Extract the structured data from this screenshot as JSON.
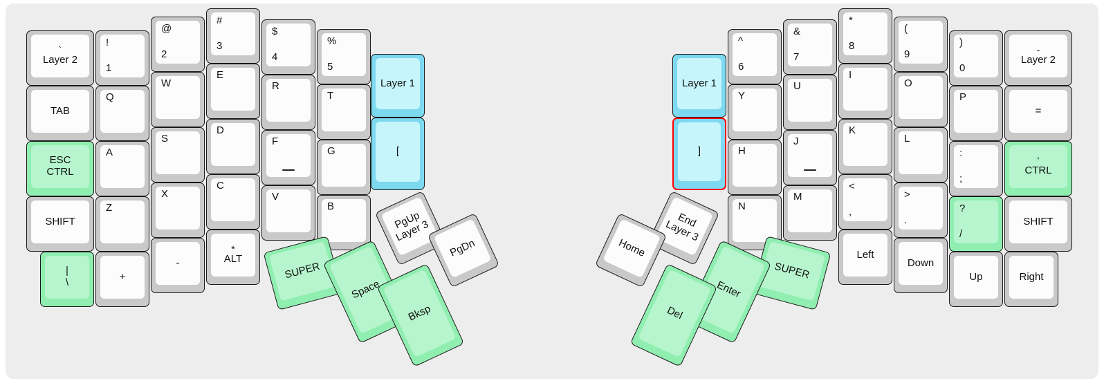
{
  "meta": {
    "title": "Split ergonomic keyboard layout — Layer 0",
    "background": "#ededed",
    "colors": {
      "normal_outer": "#c9c9c9",
      "normal_inner": "#fcfcfc",
      "green_outer": "#90eeb0",
      "green_inner": "#b6f5cd",
      "blue_outer": "#7dd9f0",
      "blue_inner": "#c6f5fc",
      "selection_border": "#ff0000"
    }
  },
  "left_half": {
    "name": "left-keyboard-half",
    "columns": [
      {
        "name": "pinky-outer-column",
        "keys": [
          {
            "top": "`",
            "main": "Layer 2",
            "style": "topc",
            "color": "normal"
          },
          {
            "top": "",
            "main": "TAB",
            "style": "center",
            "color": "normal"
          },
          {
            "top": "ESC",
            "main": "CTRL",
            "style": "stack",
            "color": "green"
          },
          {
            "top": "",
            "main": "SHIFT",
            "style": "center",
            "color": "normal"
          },
          {
            "top": "|",
            "main": "\\",
            "style": "stack",
            "color": "green"
          }
        ]
      },
      {
        "name": "pinky-column",
        "keys": [
          {
            "top": "!",
            "main": "1",
            "style": "dual",
            "color": "normal"
          },
          {
            "top": "",
            "main": "Q",
            "style": "tl",
            "color": "normal"
          },
          {
            "top": "",
            "main": "A",
            "style": "tl",
            "color": "normal"
          },
          {
            "top": "",
            "main": "Z",
            "style": "tl",
            "color": "normal"
          },
          {
            "top": "",
            "main": "+",
            "style": "center",
            "color": "normal"
          }
        ]
      },
      {
        "name": "ring-column",
        "keys": [
          {
            "top": "@",
            "main": "2",
            "style": "dual",
            "color": "normal"
          },
          {
            "top": "",
            "main": "W",
            "style": "tl",
            "color": "normal"
          },
          {
            "top": "",
            "main": "S",
            "style": "tl",
            "color": "normal"
          },
          {
            "top": "",
            "main": "X",
            "style": "tl",
            "color": "normal"
          },
          {
            "top": "",
            "main": "-",
            "style": "center",
            "color": "normal"
          }
        ]
      },
      {
        "name": "middle-column",
        "keys": [
          {
            "top": "#",
            "main": "3",
            "style": "dual",
            "color": "normal"
          },
          {
            "top": "",
            "main": "E",
            "style": "tl",
            "color": "normal"
          },
          {
            "top": "",
            "main": "D",
            "style": "tl",
            "color": "normal"
          },
          {
            "top": "",
            "main": "C",
            "style": "tl",
            "color": "normal"
          },
          {
            "top": "*",
            "main": "ALT",
            "style": "topc",
            "color": "normal"
          }
        ]
      },
      {
        "name": "index-column",
        "keys": [
          {
            "top": "$",
            "main": "4",
            "style": "dual",
            "color": "normal"
          },
          {
            "top": "",
            "main": "R",
            "style": "tl",
            "color": "normal"
          },
          {
            "top": "",
            "main": "F",
            "style": "tl",
            "color": "normal",
            "homing": true
          },
          {
            "top": "",
            "main": "V",
            "style": "tl",
            "color": "normal"
          }
        ]
      },
      {
        "name": "index-inner-column",
        "keys": [
          {
            "top": "%",
            "main": "5",
            "style": "dual",
            "color": "normal"
          },
          {
            "top": "",
            "main": "T",
            "style": "tl",
            "color": "normal"
          },
          {
            "top": "",
            "main": "G",
            "style": "tl",
            "color": "normal"
          },
          {
            "top": "",
            "main": "B",
            "style": "tl",
            "color": "normal"
          }
        ]
      },
      {
        "name": "inner-extra-column",
        "keys": [
          {
            "top": "",
            "main": "Layer 1",
            "style": "center",
            "color": "blue"
          },
          {
            "top": "",
            "main": "[",
            "style": "center",
            "color": "blue"
          }
        ]
      }
    ],
    "thumb_cluster": {
      "name": "left-thumb-cluster",
      "keys": [
        {
          "main": "SUPER",
          "sub": "",
          "color": "green",
          "rotation": -15
        },
        {
          "main": "PgUp",
          "sub": "Layer 3",
          "color": "normal",
          "rotation": -25
        },
        {
          "main": "PgDn",
          "sub": "",
          "color": "normal",
          "rotation": -25
        },
        {
          "main": "Space",
          "sub": "",
          "color": "green",
          "rotation": -25
        },
        {
          "main": "Bksp",
          "sub": "",
          "color": "green",
          "rotation": -25
        }
      ]
    }
  },
  "right_half": {
    "name": "right-keyboard-half",
    "columns": [
      {
        "name": "inner-extra-column",
        "keys": [
          {
            "top": "",
            "main": "Layer 1",
            "style": "center",
            "color": "blue"
          },
          {
            "top": "",
            "main": "]",
            "style": "center",
            "color": "blue",
            "selected": true
          }
        ]
      },
      {
        "name": "index-inner-column",
        "keys": [
          {
            "top": "^",
            "main": "6",
            "style": "dual",
            "color": "normal"
          },
          {
            "top": "",
            "main": "Y",
            "style": "tl",
            "color": "normal"
          },
          {
            "top": "",
            "main": "H",
            "style": "tl",
            "color": "normal"
          },
          {
            "top": "",
            "main": "N",
            "style": "tl",
            "color": "normal"
          }
        ]
      },
      {
        "name": "index-column",
        "keys": [
          {
            "top": "&",
            "main": "7",
            "style": "dual",
            "color": "normal"
          },
          {
            "top": "",
            "main": "U",
            "style": "tl",
            "color": "normal"
          },
          {
            "top": "",
            "main": "J",
            "style": "tl",
            "color": "normal",
            "homing": true
          },
          {
            "top": "",
            "main": "M",
            "style": "tl",
            "color": "normal"
          }
        ]
      },
      {
        "name": "middle-column",
        "keys": [
          {
            "top": "*",
            "main": "8",
            "style": "dual",
            "color": "normal"
          },
          {
            "top": "",
            "main": "I",
            "style": "tl",
            "color": "normal"
          },
          {
            "top": "",
            "main": "K",
            "style": "tl",
            "color": "normal"
          },
          {
            "top": "<",
            "main": ",",
            "style": "dual",
            "color": "normal"
          },
          {
            "top": "",
            "main": "Left",
            "style": "center",
            "color": "normal"
          }
        ]
      },
      {
        "name": "ring-column",
        "keys": [
          {
            "top": "(",
            "main": "9",
            "style": "dual",
            "color": "normal"
          },
          {
            "top": "",
            "main": "O",
            "style": "tl",
            "color": "normal"
          },
          {
            "top": "",
            "main": "L",
            "style": "tl",
            "color": "normal"
          },
          {
            "top": ">",
            "main": ".",
            "style": "dual",
            "color": "normal"
          },
          {
            "top": "",
            "main": "Down",
            "style": "center",
            "color": "normal"
          }
        ]
      },
      {
        "name": "pinky-column",
        "keys": [
          {
            "top": ")",
            "main": "0",
            "style": "dual",
            "color": "normal"
          },
          {
            "top": "",
            "main": "P",
            "style": "tl",
            "color": "normal"
          },
          {
            "top": ":",
            "main": ";",
            "style": "dual",
            "color": "normal"
          },
          {
            "top": "?",
            "main": "/",
            "style": "dual",
            "color": "green"
          },
          {
            "top": "",
            "main": "Up",
            "style": "center",
            "color": "normal"
          }
        ]
      },
      {
        "name": "pinky-outer-column",
        "keys": [
          {
            "top": "-",
            "main": "Layer 2",
            "style": "topc",
            "color": "normal"
          },
          {
            "top": "",
            "main": "=",
            "style": "center",
            "color": "normal"
          },
          {
            "top": "'",
            "main": "CTRL",
            "style": "topc",
            "color": "green"
          },
          {
            "top": "",
            "main": "SHIFT",
            "style": "center",
            "color": "normal"
          },
          {
            "top": "",
            "main": "Right",
            "style": "center",
            "color": "normal"
          }
        ]
      }
    ],
    "thumb_cluster": {
      "name": "right-thumb-cluster",
      "keys": [
        {
          "main": "SUPER",
          "sub": "",
          "color": "green",
          "rotation": 15
        },
        {
          "main": "End",
          "sub": "Layer 3",
          "color": "normal",
          "rotation": 25
        },
        {
          "main": "Home",
          "sub": "",
          "color": "normal",
          "rotation": 25
        },
        {
          "main": "Enter",
          "sub": "",
          "color": "green",
          "rotation": 25
        },
        {
          "main": "Del",
          "sub": "",
          "color": "green",
          "rotation": 25
        }
      ]
    }
  }
}
